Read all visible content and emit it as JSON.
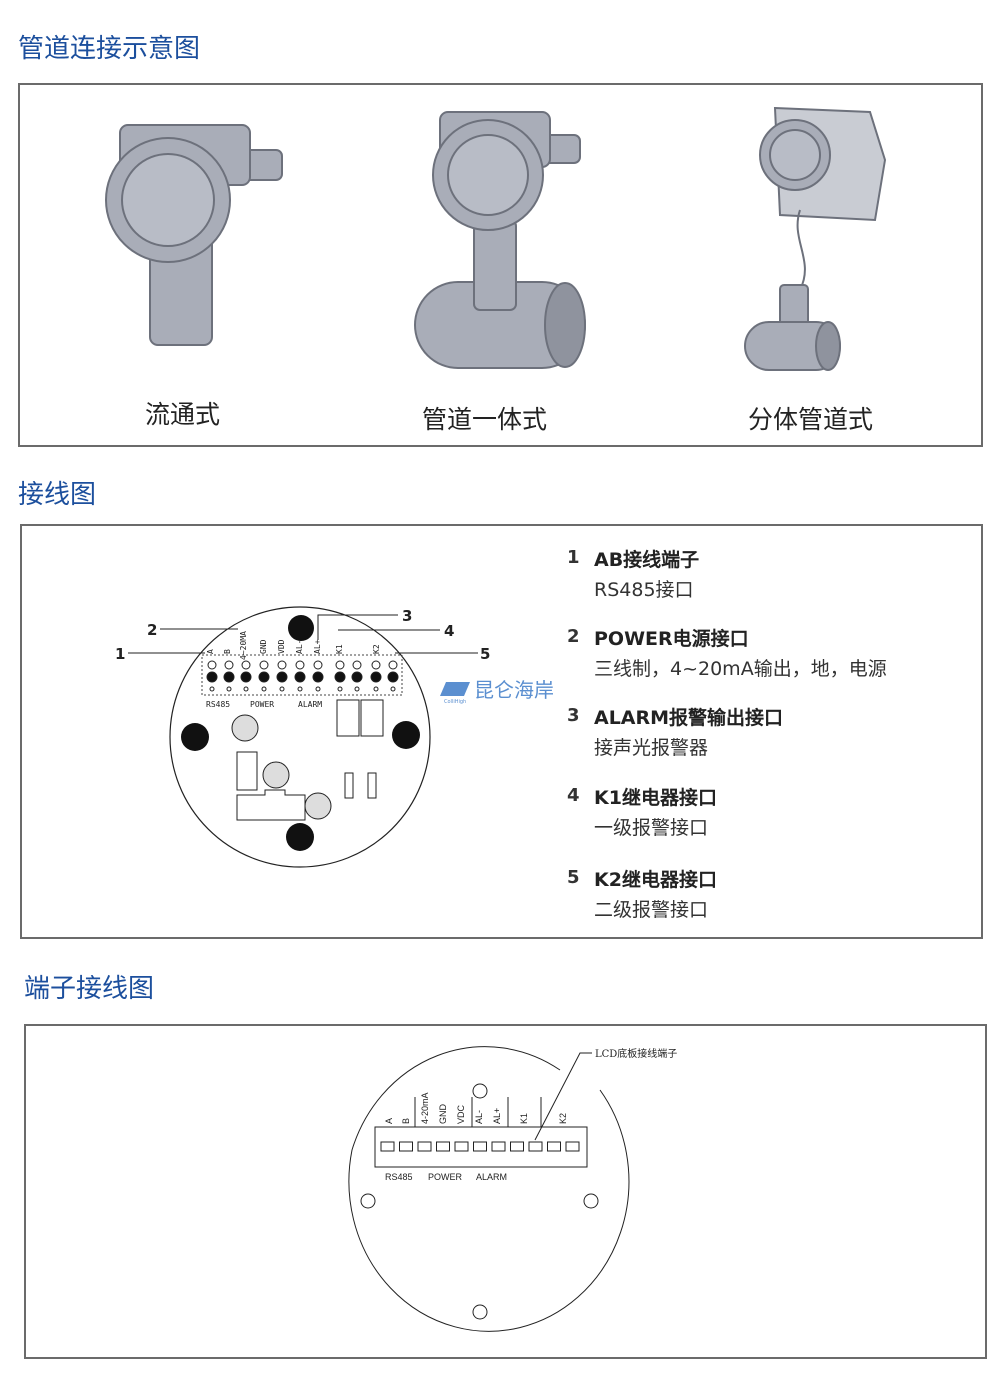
{
  "sections": {
    "pipe": "管道连接示意图",
    "wiring": "接线图",
    "terminal": "端子接线图"
  },
  "pipe_types": [
    "流通式",
    "管道一体式",
    "分体管道式"
  ],
  "wiring": {
    "callouts": [
      "1",
      "2",
      "3",
      "4",
      "5"
    ],
    "board_labels": [
      "A",
      "B",
      "4~20MA",
      "GND",
      "VDD",
      "AL-",
      "AL+",
      "K1",
      "K2"
    ],
    "group_labels": [
      "RS485",
      "POWER",
      "ALARM"
    ],
    "watermark": "昆仑海岸",
    "watermark_sub": "ColliHigh",
    "items": [
      {
        "num": "1",
        "title": "AB接线端子",
        "desc": "RS485接口"
      },
      {
        "num": "2",
        "title": "POWER电源接口",
        "desc": "三线制，4~20mA输出，地，电源"
      },
      {
        "num": "3",
        "title": "ALARM报警输出接口",
        "desc": "接声光报警器"
      },
      {
        "num": "4",
        "title": "K1继电器接口",
        "desc": "一级报警接口"
      },
      {
        "num": "5",
        "title": "K2继电器接口",
        "desc": "二级报警接口"
      }
    ]
  },
  "terminal": {
    "callout": "LCD底板接线端子",
    "labels": [
      "A",
      "B",
      "4-20mA",
      "GND",
      "VDC",
      "AL-",
      "AL+",
      "K1",
      "K2"
    ],
    "groups": [
      "RS485",
      "POWER",
      "ALARM"
    ]
  }
}
